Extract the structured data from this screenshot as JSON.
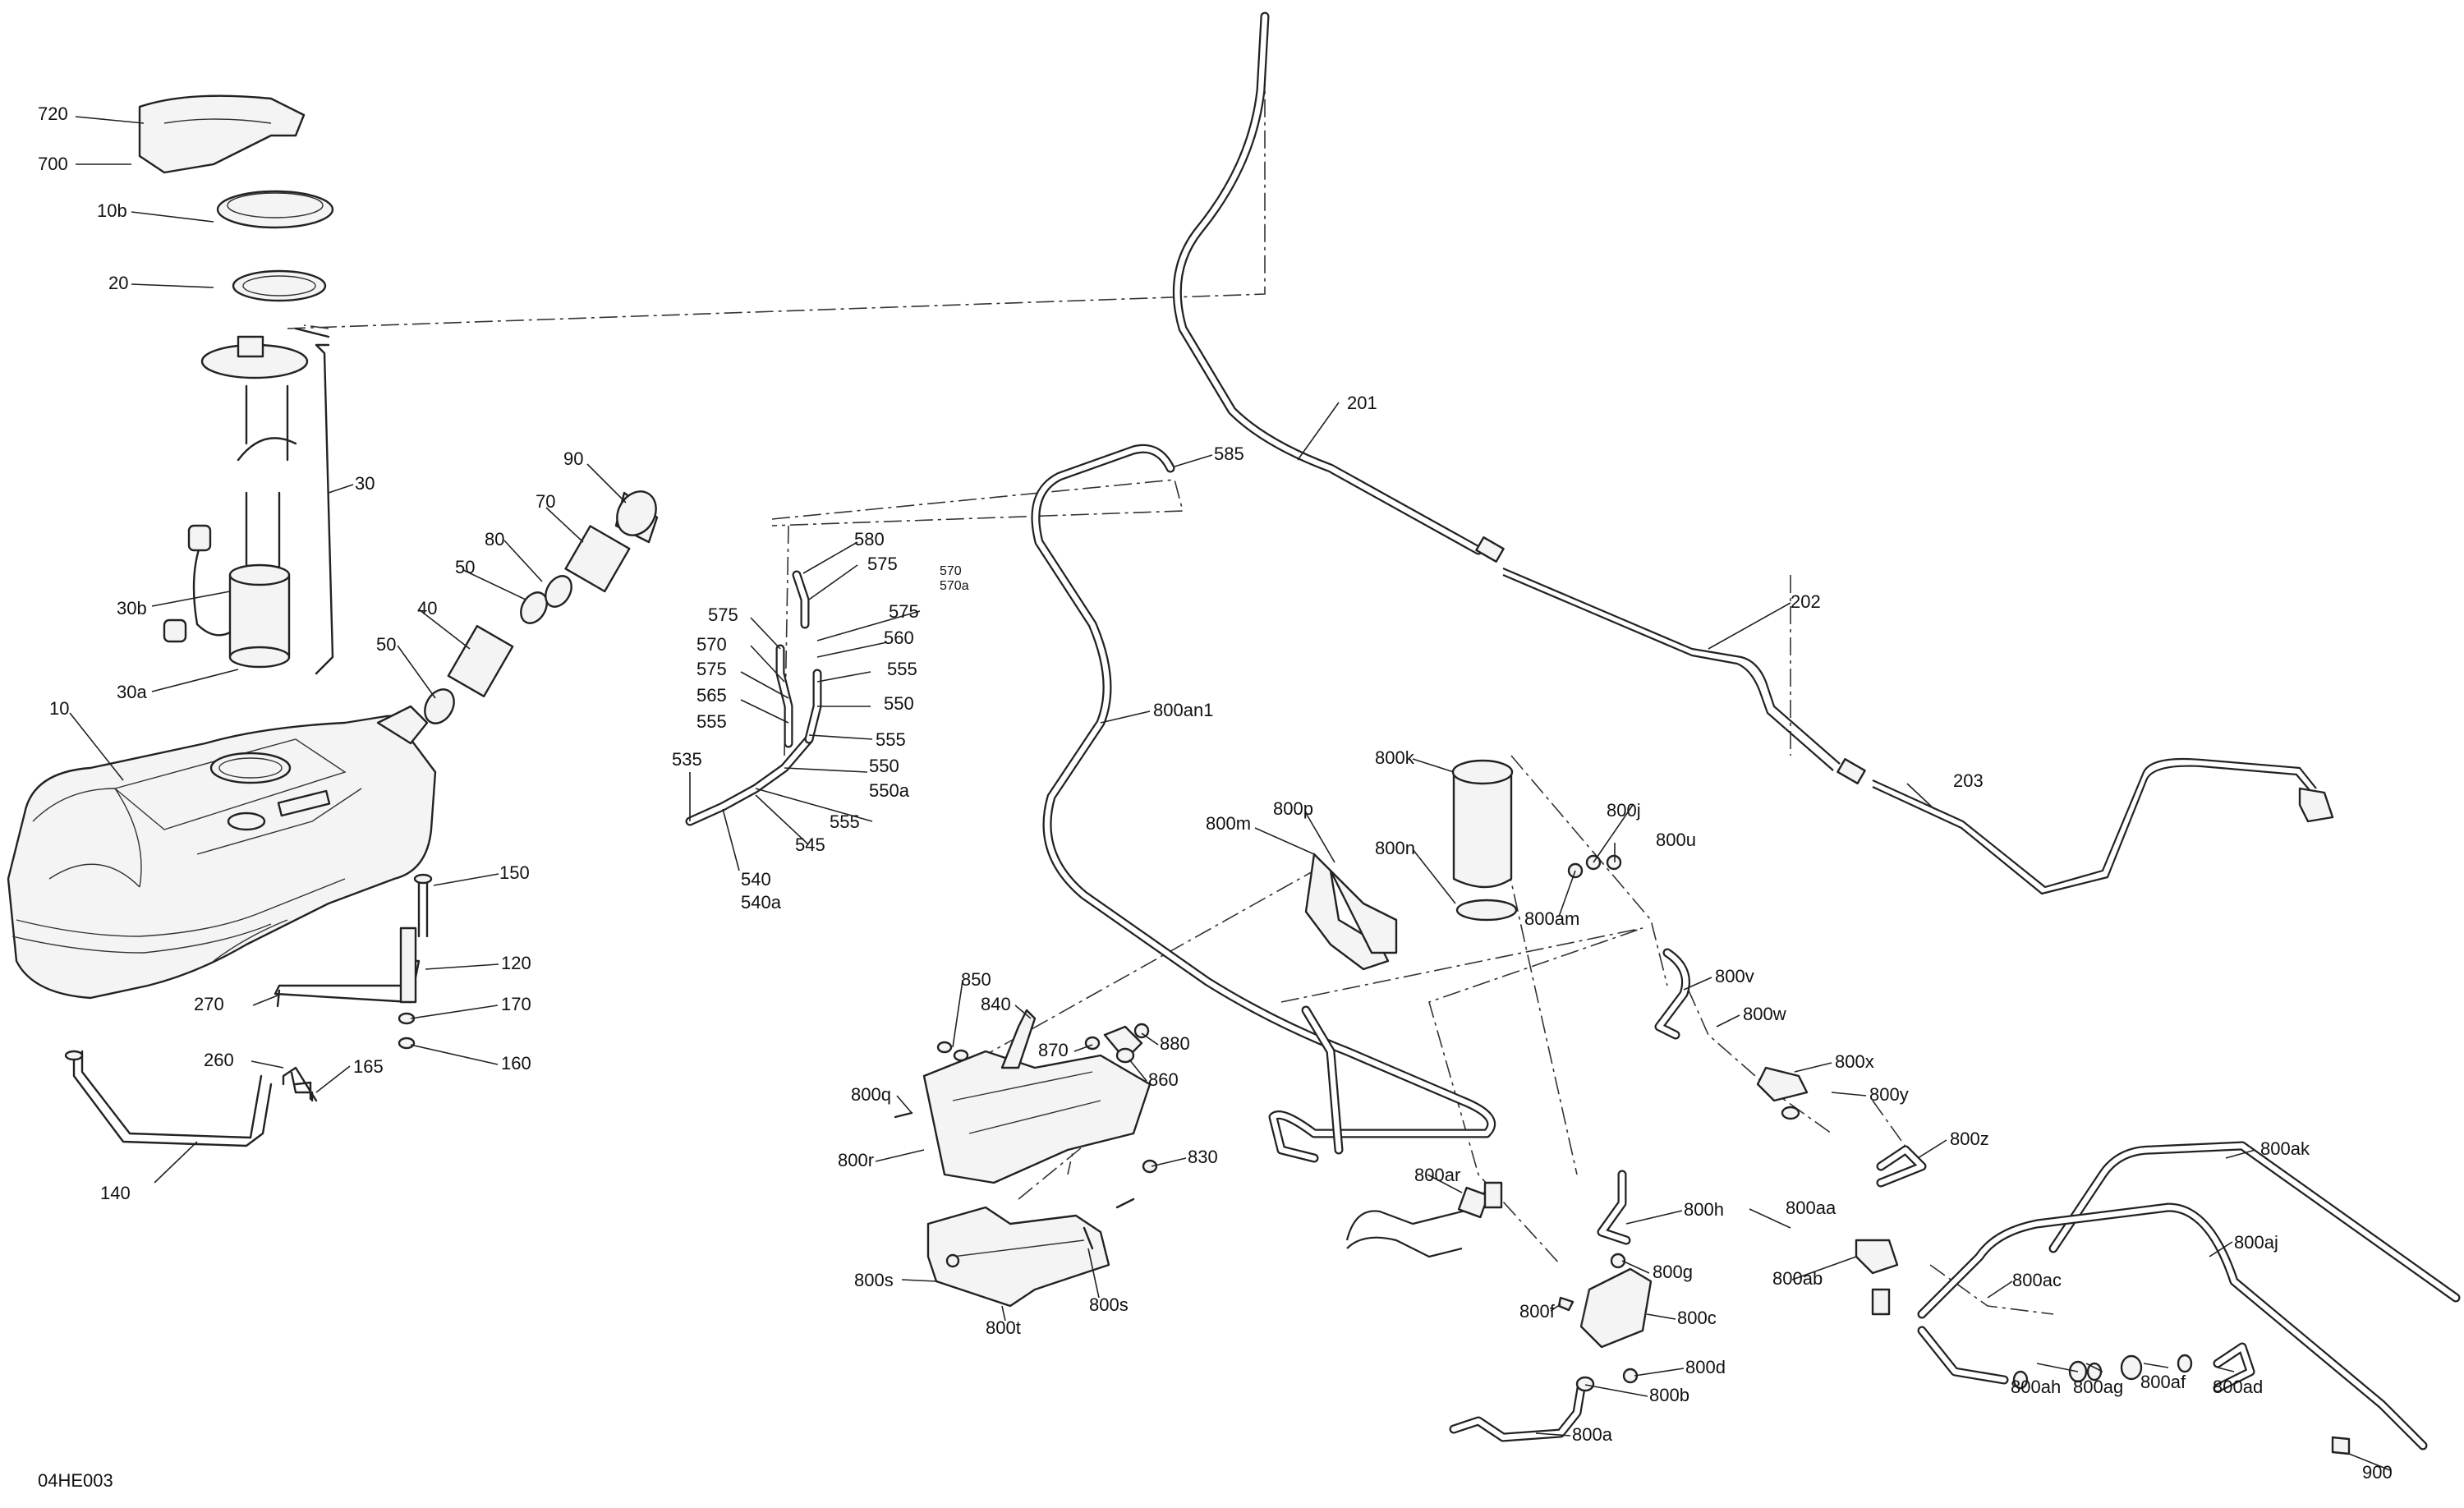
{
  "drawing_ref": "04HE003",
  "callouts": {
    "c720": "720",
    "c700": "700",
    "c10b": "10b",
    "c20": "20",
    "c30": "30",
    "c30b": "30b",
    "c30a": "30a",
    "c10": "10",
    "c90": "90",
    "c70": "70",
    "c80": "80",
    "c50a": "50",
    "c40": "40",
    "c50b": "50",
    "c150": "150",
    "c120": "120",
    "c270": "270",
    "c170": "170",
    "c260": "260",
    "c160": "160",
    "c165": "165",
    "c140": "140",
    "c585": "585",
    "c580": "580",
    "c575a": "575",
    "c570a": "570",
    "c570aa": "570a",
    "c575b": "575",
    "c575c": "575",
    "c560": "560",
    "c570b": "570",
    "c575d": "575",
    "c555a": "555",
    "c565": "565",
    "c550a": "550",
    "c555b": "555",
    "c555c": "555",
    "c535": "535",
    "c550b": "550",
    "c550ba": "550a",
    "c555d": "555",
    "c545": "545",
    "c540": "540",
    "c540a": "540a",
    "c201": "201",
    "c202": "202",
    "c203": "203",
    "c800an1": "800an1",
    "c800k": "800k",
    "c800n": "800n",
    "c800am": "800am",
    "c800j": "800j",
    "c800u": "800u",
    "c800m": "800m",
    "c800p": "800p",
    "c800v": "800v",
    "c800w": "800w",
    "c800x": "800x",
    "c800y": "800y",
    "c800z": "800z",
    "c800ak": "800ak",
    "c800aa": "800aa",
    "c800ab": "800ab",
    "c800ac": "800ac",
    "c800aj": "800aj",
    "c800ah": "800ah",
    "c800ag": "800ag",
    "c800af": "800af",
    "c800ad": "800ad",
    "c900": "900",
    "c850": "850",
    "c840": "840",
    "c870": "870",
    "c880": "880",
    "c860": "860",
    "c800q": "800q",
    "c800r": "800r",
    "c830": "830",
    "c800s1": "800s",
    "c800t": "800t",
    "c800s2": "800s",
    "c800ar": "800ar",
    "c800h": "800h",
    "c800f": "800f",
    "c800g": "800g",
    "c800c": "800c",
    "c800d": "800d",
    "c800b": "800b",
    "c800a": "800a"
  }
}
